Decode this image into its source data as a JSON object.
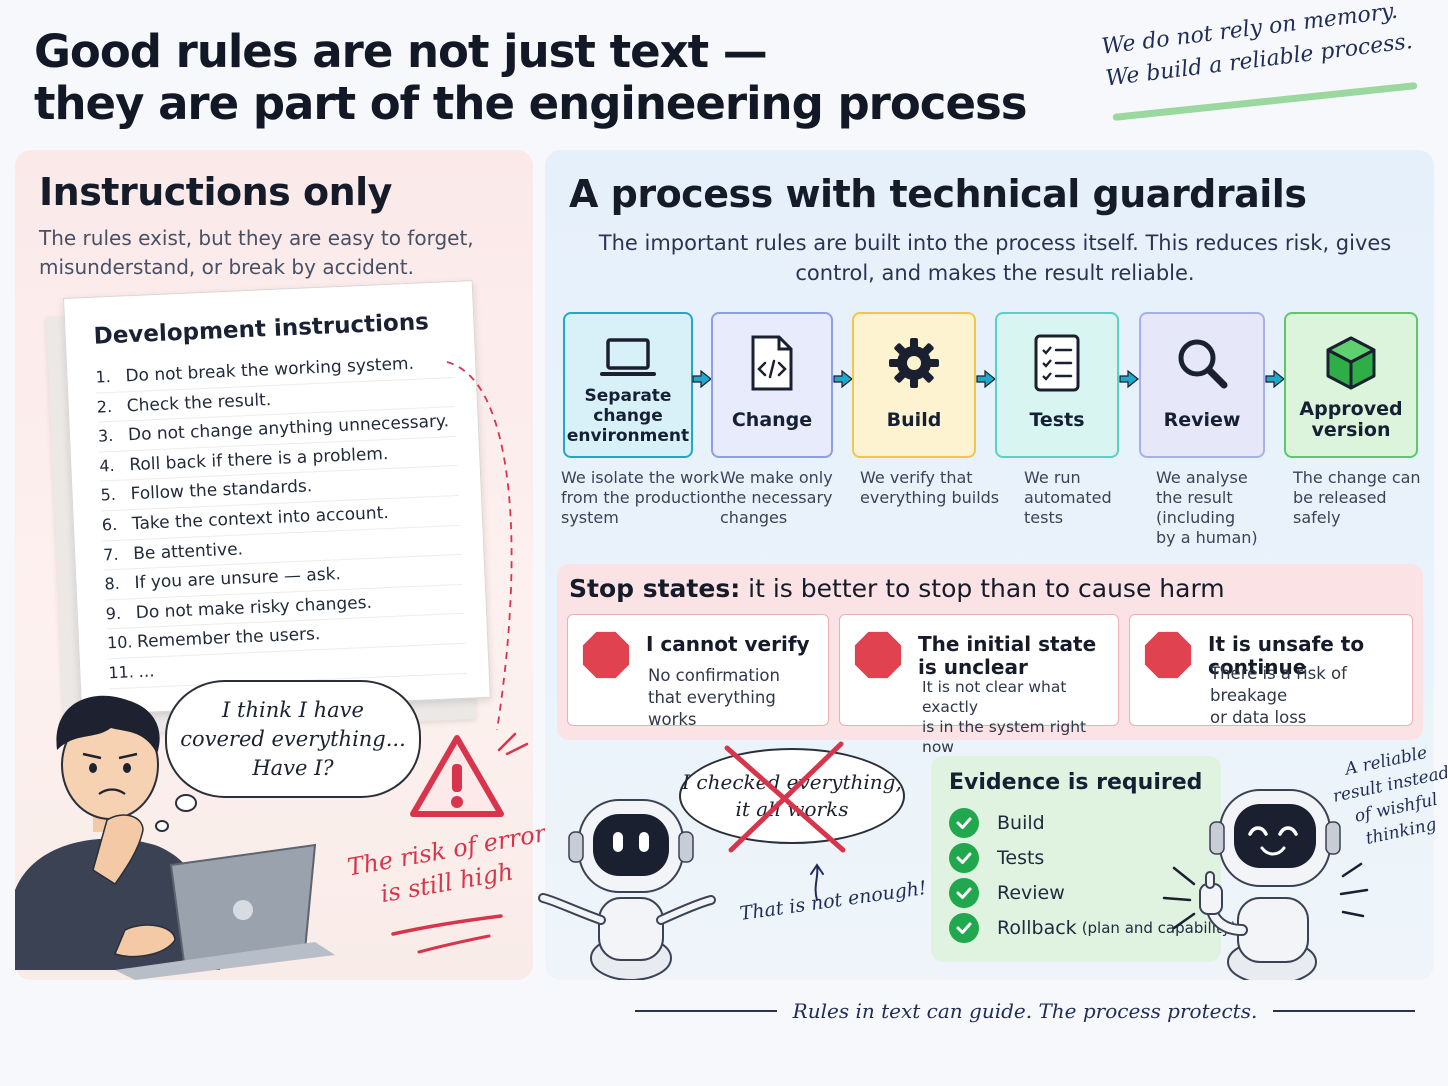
{
  "header": {
    "title_line1": "Good rules are not just text —",
    "title_line2": "they are part of the engineering process",
    "motto_line1": "We do not rely on memory.",
    "motto_line2": "We build a reliable process."
  },
  "left": {
    "title": "Instructions only",
    "subtitle": "The rules exist, but they are easy to forget, misunderstand, or break by accident.",
    "paper_title": "Development instructions",
    "instructions": [
      {
        "num": "1.",
        "text": "Do not break the working system."
      },
      {
        "num": "2.",
        "text": "Check the result."
      },
      {
        "num": "3.",
        "text": "Do not change anything unnecessary."
      },
      {
        "num": "4.",
        "text": "Roll back if there is a problem."
      },
      {
        "num": "5.",
        "text": "Follow the standards."
      },
      {
        "num": "6.",
        "text": "Take the context into account."
      },
      {
        "num": "7.",
        "text": "Be attentive."
      },
      {
        "num": "8.",
        "text": "If you are unsure — ask."
      },
      {
        "num": "9.",
        "text": "Do not make risky changes."
      },
      {
        "num": "10.",
        "text": "Remember the users."
      },
      {
        "num": "11.",
        "text": "..."
      }
    ],
    "thought_line1": "I think I have",
    "thought_line2": "covered everything...",
    "thought_line3": "Have I?",
    "risk_line1": "The risk of error",
    "risk_line2": "is still high"
  },
  "right": {
    "title": "A process with technical guardrails",
    "subtitle": "The important rules are built into the process itself. This reduces risk, gives control, and makes the result reliable.",
    "steps": [
      {
        "label_lines": [
          "Separate",
          "change",
          "environment"
        ],
        "desc_lines": [
          "We isolate the work",
          "from the production",
          "system"
        ],
        "icon": "laptop-icon",
        "color": "#1fa8c8",
        "bg": "#d8f0f8"
      },
      {
        "label_lines": [
          "Change"
        ],
        "desc_lines": [
          "We make only",
          "the necessary",
          "changes"
        ],
        "icon": "code-file-icon",
        "color": "#8e9ee8",
        "bg": "#e8ebfb"
      },
      {
        "label_lines": [
          "Build"
        ],
        "desc_lines": [
          "We verify that",
          "everything builds"
        ],
        "icon": "gear-icon",
        "color": "#f0c74a",
        "bg": "#fdf3d0"
      },
      {
        "label_lines": [
          "Tests"
        ],
        "desc_lines": [
          "We run",
          "automated",
          "tests"
        ],
        "icon": "checklist-icon",
        "color": "#5cd0c4",
        "bg": "#d8f5f1"
      },
      {
        "label_lines": [
          "Review"
        ],
        "desc_lines": [
          "We analyse",
          "the result",
          "(including",
          "by a human)"
        ],
        "icon": "magnifier-icon",
        "color": "#a8b0ea",
        "bg": "#e6e8fa"
      },
      {
        "label_lines": [
          "Approved",
          "version"
        ],
        "desc_lines": [
          "The change can",
          "be released",
          "safely"
        ],
        "icon": "cube-icon",
        "color": "#5cc86a",
        "bg": "#dcf4dc"
      }
    ],
    "stop_title_bold": "Stop states:",
    "stop_title_rest": " it is better to stop than to cause harm",
    "stops": [
      {
        "title_lines": [
          "I cannot verify"
        ],
        "desc_lines": [
          "No confirmation",
          "that everything works"
        ]
      },
      {
        "title_lines": [
          "The initial state",
          "is unclear"
        ],
        "desc_lines": [
          "It is not clear what exactly",
          "is in the system right now"
        ]
      },
      {
        "title_lines": [
          "It is unsafe to continue"
        ],
        "desc_lines": [
          "There is a risk of breakage",
          "or data loss"
        ]
      }
    ],
    "speech_line1": "I checked everything,",
    "speech_line2": "it all works",
    "not_enough": "That is not enough!",
    "evidence_title": "Evidence is required",
    "evidence_items": [
      "Build",
      "Tests",
      "Review",
      "Rollback"
    ],
    "evidence_note": "(plan and capability)",
    "reliable_lines": [
      "A reliable",
      "result instead",
      "of wishful",
      "thinking"
    ]
  },
  "footer": "Rules in text can guide. The process protects.",
  "colors": {
    "danger": "#d8344b",
    "success": "#21a74e",
    "stop": "#e0434f",
    "arrow": "#1fa8c8"
  }
}
